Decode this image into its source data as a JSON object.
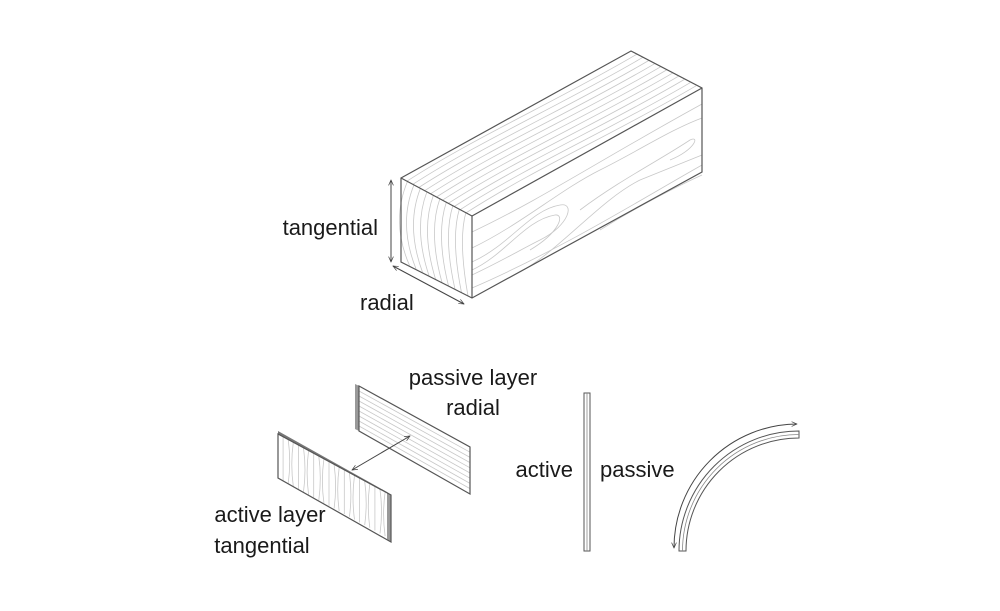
{
  "labels": {
    "block_height": "tangential",
    "block_width": "radial",
    "passive_layer_line1": "passive layer",
    "passive_layer_line2": "radial",
    "active_layer_line1": "active layer",
    "active_layer_line2": "tangential",
    "strip_left": "active",
    "strip_right": "passive"
  },
  "colors": {
    "stroke": "#555555",
    "grain": "#c8c8c8",
    "text": "#1a1a1a"
  }
}
